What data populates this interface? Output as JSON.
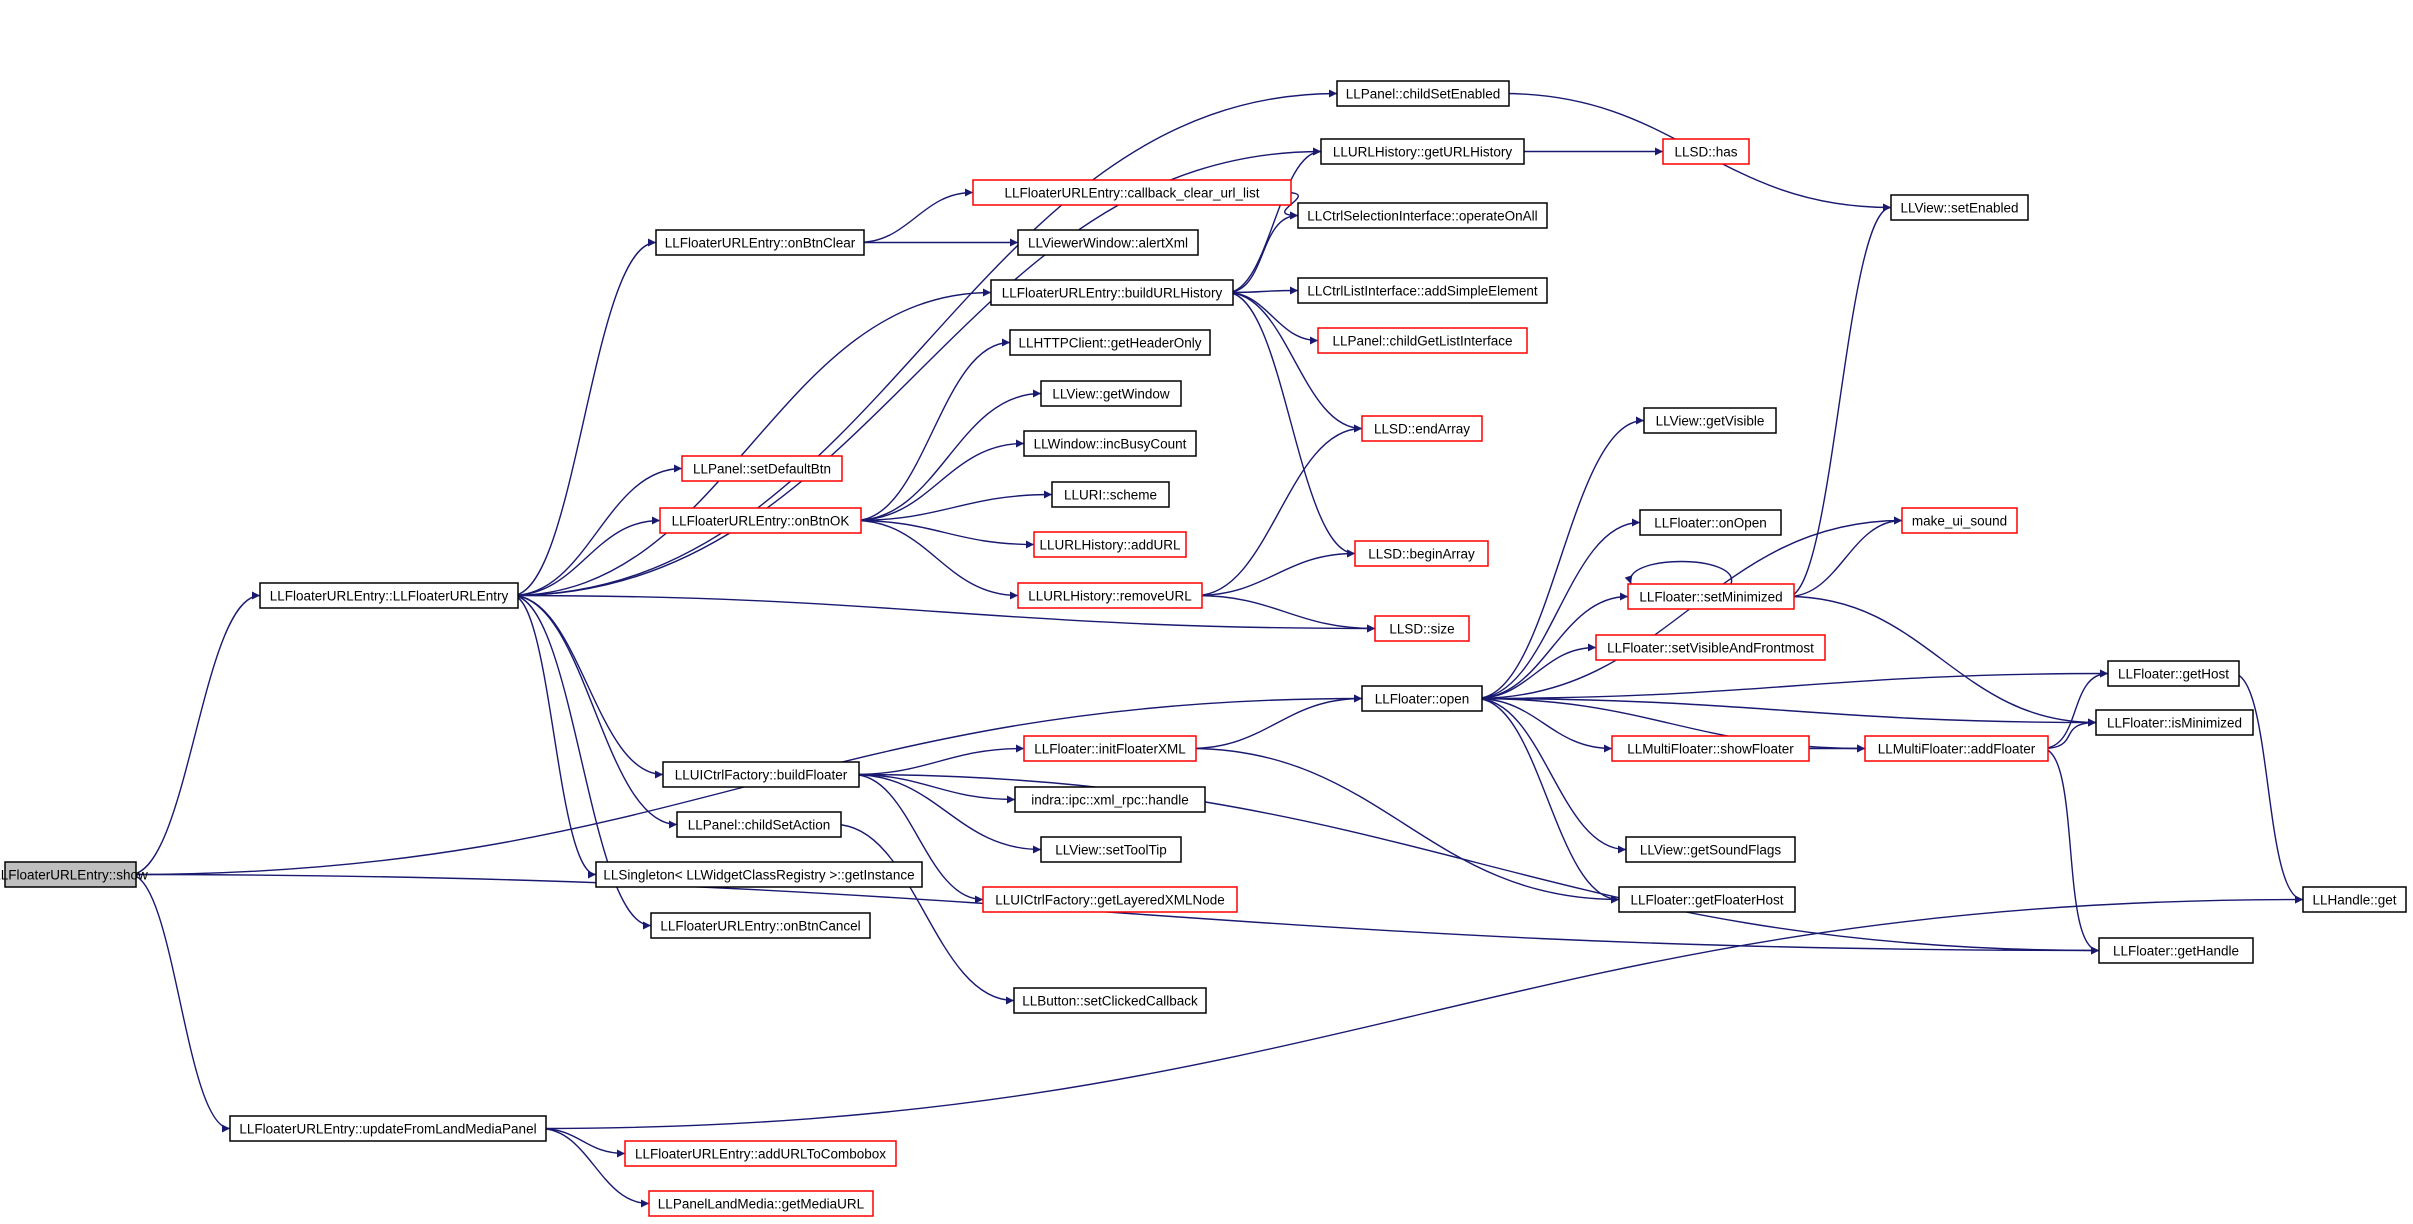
{
  "diagram": {
    "colors": {
      "edge": "#191970",
      "node_border_black": "#000000",
      "node_border_red": "#ff0000",
      "root_fill": "#bfbfbf",
      "node_fill": "#ffffff",
      "text": "#000000"
    },
    "nodes": [
      {
        "id": "show",
        "label": "LLFloaterURLEntry::show",
        "border": "black",
        "root": true
      },
      {
        "id": "ctor",
        "label": "LLFloaterURLEntry::LLFloaterURLEntry",
        "border": "black"
      },
      {
        "id": "updateFromLand",
        "label": "LLFloaterURLEntry::updateFromLandMediaPanel",
        "border": "black"
      },
      {
        "id": "onBtnClear",
        "label": "LLFloaterURLEntry::onBtnClear",
        "border": "black"
      },
      {
        "id": "setDefaultBtn",
        "label": "LLPanel::setDefaultBtn",
        "border": "red"
      },
      {
        "id": "onBtnOK",
        "label": "LLFloaterURLEntry::onBtnOK",
        "border": "red"
      },
      {
        "id": "buildFloater",
        "label": "LLUICtrlFactory::buildFloater",
        "border": "black"
      },
      {
        "id": "childSetAction",
        "label": "LLPanel::childSetAction",
        "border": "black"
      },
      {
        "id": "getInstance",
        "label": "LLSingleton< LLWidgetClassRegistry >::getInstance",
        "border": "black"
      },
      {
        "id": "onBtnCancel",
        "label": "LLFloaterURLEntry::onBtnCancel",
        "border": "black"
      },
      {
        "id": "addURLToCombobox",
        "label": "LLFloaterURLEntry::addURLToCombobox",
        "border": "red"
      },
      {
        "id": "getMediaURL",
        "label": "LLPanelLandMedia::getMediaURL",
        "border": "red"
      },
      {
        "id": "callbackClear",
        "label": "LLFloaterURLEntry::callback_clear_url_list",
        "border": "red"
      },
      {
        "id": "alertXml",
        "label": "LLViewerWindow::alertXml",
        "border": "black"
      },
      {
        "id": "buildURLHistory",
        "label": "LLFloaterURLEntry::buildURLHistory",
        "border": "black"
      },
      {
        "id": "getHeaderOnly",
        "label": "LLHTTPClient::getHeaderOnly",
        "border": "black"
      },
      {
        "id": "getWindow",
        "label": "LLView::getWindow",
        "border": "black"
      },
      {
        "id": "incBusyCount",
        "label": "LLWindow::incBusyCount",
        "border": "black"
      },
      {
        "id": "scheme",
        "label": "LLURI::scheme",
        "border": "black"
      },
      {
        "id": "addURL",
        "label": "LLURLHistory::addURL",
        "border": "red"
      },
      {
        "id": "removeURL",
        "label": "LLURLHistory::removeURL",
        "border": "red"
      },
      {
        "id": "initFloaterXML",
        "label": "LLFloater::initFloaterXML",
        "border": "red"
      },
      {
        "id": "xmlRpcHandle",
        "label": "indra::ipc::xml_rpc::handle",
        "border": "black"
      },
      {
        "id": "setToolTip",
        "label": "LLView::setToolTip",
        "border": "black"
      },
      {
        "id": "getLayeredXMLNode",
        "label": "LLUICtrlFactory::getLayeredXMLNode",
        "border": "red"
      },
      {
        "id": "setClickedCallback",
        "label": "LLButton::setClickedCallback",
        "border": "black"
      },
      {
        "id": "childSetEnabled",
        "label": "LLPanel::childSetEnabled",
        "border": "black"
      },
      {
        "id": "getURLHistory",
        "label": "LLURLHistory::getURLHistory",
        "border": "black"
      },
      {
        "id": "operateOnAll",
        "label": "LLCtrlSelectionInterface::operateOnAll",
        "border": "black"
      },
      {
        "id": "addSimpleElement",
        "label": "LLCtrlListInterface::addSimpleElement",
        "border": "black"
      },
      {
        "id": "childGetListInterface",
        "label": "LLPanel::childGetListInterface",
        "border": "red"
      },
      {
        "id": "endArray",
        "label": "LLSD::endArray",
        "border": "red"
      },
      {
        "id": "beginArray",
        "label": "LLSD::beginArray",
        "border": "red"
      },
      {
        "id": "size",
        "label": "LLSD::size",
        "border": "red"
      },
      {
        "id": "open",
        "label": "LLFloater::open",
        "border": "black"
      },
      {
        "id": "has",
        "label": "LLSD::has",
        "border": "red"
      },
      {
        "id": "getVisible",
        "label": "LLView::getVisible",
        "border": "black"
      },
      {
        "id": "onOpen",
        "label": "LLFloater::onOpen",
        "border": "black"
      },
      {
        "id": "setMinimized",
        "label": "LLFloater::setMinimized",
        "border": "red"
      },
      {
        "id": "setVisibleAndFrontmost",
        "label": "LLFloater::setVisibleAndFrontmost",
        "border": "red"
      },
      {
        "id": "showFloater",
        "label": "LLMultiFloater::showFloater",
        "border": "red"
      },
      {
        "id": "getSoundFlags",
        "label": "LLView::getSoundFlags",
        "border": "black"
      },
      {
        "id": "getFloaterHost",
        "label": "LLFloater::getFloaterHost",
        "border": "black"
      },
      {
        "id": "setEnabled",
        "label": "LLView::setEnabled",
        "border": "black"
      },
      {
        "id": "makeUiSound",
        "label": "make_ui_sound",
        "border": "red"
      },
      {
        "id": "addFloater",
        "label": "LLMultiFloater::addFloater",
        "border": "red"
      },
      {
        "id": "getHost",
        "label": "LLFloater::getHost",
        "border": "black"
      },
      {
        "id": "isMinimized",
        "label": "LLFloater::isMinimized",
        "border": "black"
      },
      {
        "id": "getHandle",
        "label": "LLFloater::getHandle",
        "border": "black"
      },
      {
        "id": "llhandleGet",
        "label": "LLHandle::get",
        "border": "black"
      }
    ],
    "edges": [
      [
        "show",
        "ctor"
      ],
      [
        "show",
        "open"
      ],
      [
        "show",
        "getHandle"
      ],
      [
        "show",
        "updateFromLand"
      ],
      [
        "ctor",
        "childSetEnabled"
      ],
      [
        "ctor",
        "getURLHistory"
      ],
      [
        "ctor",
        "onBtnClear"
      ],
      [
        "ctor",
        "buildURLHistory"
      ],
      [
        "ctor",
        "setDefaultBtn"
      ],
      [
        "ctor",
        "onBtnOK"
      ],
      [
        "ctor",
        "size"
      ],
      [
        "ctor",
        "buildFloater"
      ],
      [
        "ctor",
        "childSetAction"
      ],
      [
        "ctor",
        "getInstance"
      ],
      [
        "ctor",
        "onBtnCancel"
      ],
      [
        "updateFromLand",
        "llhandleGet"
      ],
      [
        "updateFromLand",
        "addURLToCombobox"
      ],
      [
        "updateFromLand",
        "getMediaURL"
      ],
      [
        "onBtnClear",
        "callbackClear"
      ],
      [
        "onBtnClear",
        "alertXml"
      ],
      [
        "callbackClear",
        "operateOnAll"
      ],
      [
        "buildURLHistory",
        "getURLHistory"
      ],
      [
        "buildURLHistory",
        "operateOnAll"
      ],
      [
        "buildURLHistory",
        "addSimpleElement"
      ],
      [
        "buildURLHistory",
        "childGetListInterface"
      ],
      [
        "buildURLHistory",
        "endArray"
      ],
      [
        "buildURLHistory",
        "beginArray"
      ],
      [
        "onBtnOK",
        "getHeaderOnly"
      ],
      [
        "onBtnOK",
        "getWindow"
      ],
      [
        "onBtnOK",
        "incBusyCount"
      ],
      [
        "onBtnOK",
        "scheme"
      ],
      [
        "onBtnOK",
        "addURL"
      ],
      [
        "onBtnOK",
        "removeURL"
      ],
      [
        "removeURL",
        "endArray"
      ],
      [
        "removeURL",
        "beginArray"
      ],
      [
        "removeURL",
        "size"
      ],
      [
        "getURLHistory",
        "has"
      ],
      [
        "childSetEnabled",
        "setEnabled"
      ],
      [
        "buildFloater",
        "initFloaterXML"
      ],
      [
        "buildFloater",
        "xmlRpcHandle"
      ],
      [
        "buildFloater",
        "setToolTip"
      ],
      [
        "buildFloater",
        "getLayeredXMLNode"
      ],
      [
        "buildFloater",
        "getHandle"
      ],
      [
        "childSetAction",
        "setClickedCallback"
      ],
      [
        "initFloaterXML",
        "open"
      ],
      [
        "initFloaterXML",
        "getFloaterHost"
      ],
      [
        "open",
        "getVisible"
      ],
      [
        "open",
        "onOpen"
      ],
      [
        "open",
        "setMinimized"
      ],
      [
        "open",
        "setVisibleAndFrontmost"
      ],
      [
        "open",
        "showFloater"
      ],
      [
        "open",
        "getSoundFlags"
      ],
      [
        "open",
        "getFloaterHost"
      ],
      [
        "open",
        "isMinimized"
      ],
      [
        "open",
        "addFloater"
      ],
      [
        "open",
        "makeUiSound"
      ],
      [
        "open",
        "getHost"
      ],
      [
        "setMinimized",
        "setEnabled"
      ],
      [
        "setMinimized",
        "makeUiSound"
      ],
      [
        "setMinimized",
        "isMinimized"
      ],
      [
        "setMinimized",
        "setMinimized"
      ],
      [
        "showFloater",
        "addFloater"
      ],
      [
        "addFloater",
        "getHost"
      ],
      [
        "addFloater",
        "isMinimized"
      ],
      [
        "addFloater",
        "getHandle"
      ],
      [
        "getHost",
        "llhandleGet"
      ]
    ]
  }
}
